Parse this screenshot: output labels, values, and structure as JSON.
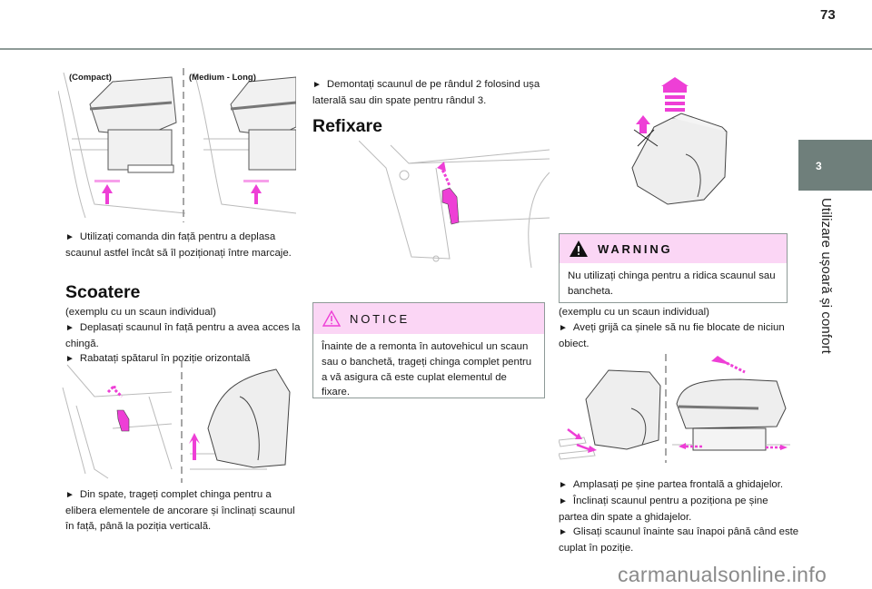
{
  "page": {
    "number": "73"
  },
  "chapter": {
    "number": "3",
    "title": "Utilizare ușoară și confort",
    "tab_color": "#6f7f7b"
  },
  "left_column": {
    "figure1": {
      "label_compact": "(Compact)",
      "label_medium_long": "(Medium - Long)"
    },
    "step1": "Utilizați comanda din față pentru a deplasa scaunul astfel încât să îl poziționați între marcaje.",
    "heading": "Scoatere",
    "example": "(exemplu cu un scaun individual)",
    "step2": "Deplasați scaunul în față pentru a avea acces la chingă.",
    "step3": "Rabatați spătarul în poziție orizontală",
    "step4": "Din spate, trageți complet chinga pentru a elibera elementele de ancorare și înclinați scaunul în față, până la poziția verticală."
  },
  "middle_column": {
    "step1": "Demontați scaunul de pe rândul 2 folosind ușa laterală sau din spate pentru rândul 3.",
    "heading": "Refixare",
    "notice": {
      "icon": "warning-triangle-outline-icon",
      "title": "NOTICE",
      "text": "Înainte de a remonta în autovehicul un scaun sau o banchetă, trageți chinga complet pentru a vă asigura că este cuplat elementul de fixare."
    }
  },
  "right_column": {
    "warning": {
      "icon": "warning-triangle-filled-icon",
      "title": "WARNING",
      "text": "Nu utilizați chinga pentru a ridica scaunul sau bancheta."
    },
    "example": "(exemplu cu un scaun individual)",
    "step1": "Aveți grijă ca șinele să nu fie blocate de niciun obiect.",
    "step2": "Amplasați pe șine partea frontală a ghidajelor.",
    "step3": "Înclinați scaunul pentru a poziționa pe șine partea din spate a ghidajelor.",
    "step4": "Glisați scaunul înainte sau înapoi până când este cuplat în poziție."
  },
  "bullet_glyph": "►",
  "accent_color": "#ee3fd6",
  "box_header_color": "#fbd6f5",
  "watermark": "carmanualsonline.info"
}
